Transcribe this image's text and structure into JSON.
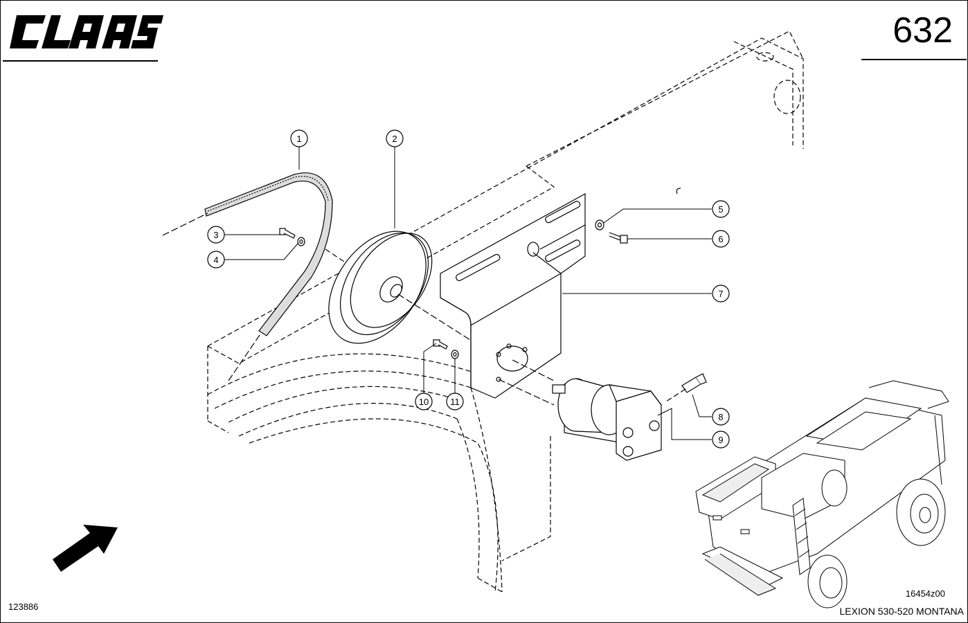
{
  "header": {
    "brand": "CLAAS",
    "page_number": "632"
  },
  "callouts": [
    {
      "n": "1"
    },
    {
      "n": "2"
    },
    {
      "n": "3"
    },
    {
      "n": "4"
    },
    {
      "n": "5"
    },
    {
      "n": "6"
    },
    {
      "n": "7"
    },
    {
      "n": "8"
    },
    {
      "n": "9"
    },
    {
      "n": "10"
    },
    {
      "n": "11"
    }
  ],
  "footer": {
    "drawing_ref": "123886",
    "image_ref": "16454z00",
    "model": "LEXION 530-520 MONTANA"
  },
  "colors": {
    "ink": "#000000",
    "paper": "#ffffff"
  }
}
